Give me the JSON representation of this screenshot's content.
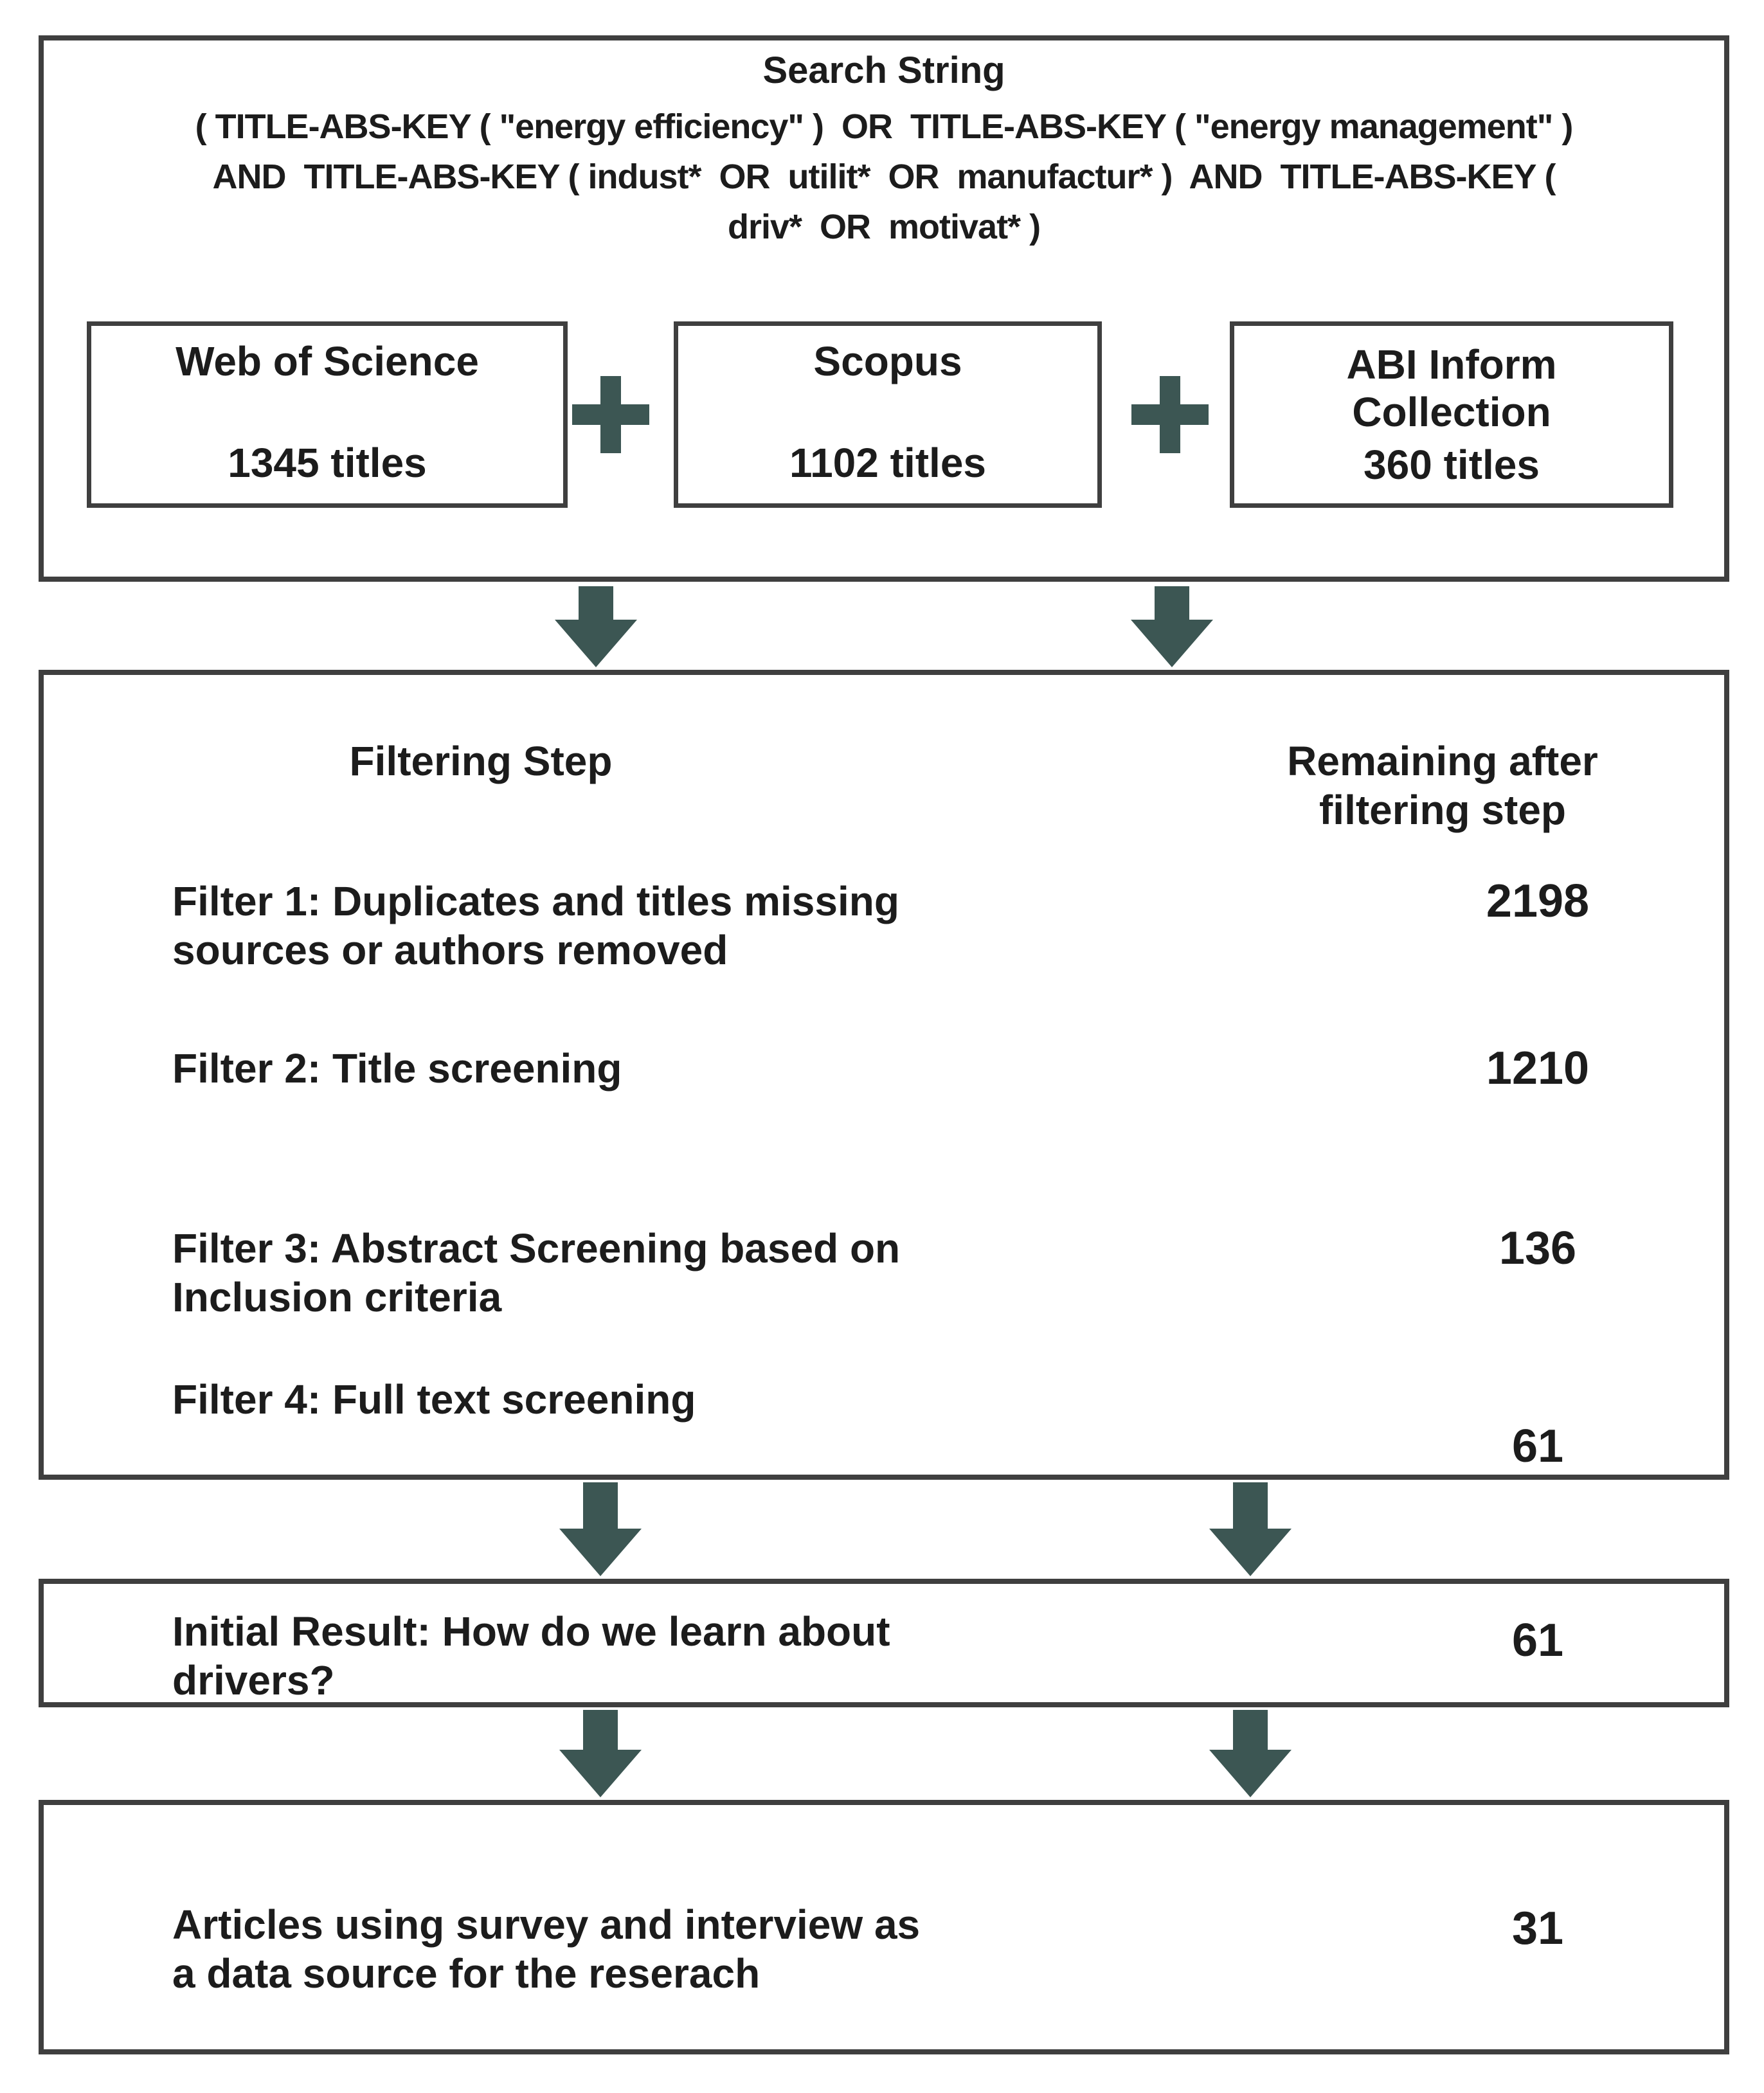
{
  "colors": {
    "accent": "#3C5653",
    "border": "#3F3F3F",
    "text": "#1C1C1C",
    "bg": "#FFFFFF"
  },
  "icons": {
    "plus": "+",
    "arrow_down": "▼"
  },
  "search_box": {
    "title": "Search String",
    "lines": [
      "( TITLE-ABS-KEY ( \"energy efficiency\" )  OR  TITLE-ABS-KEY ( \"energy management\" )",
      "AND  TITLE-ABS-KEY ( indust*  OR  utilit*  OR  manufactur* )  AND  TITLE-ABS-KEY (",
      "driv*  OR  motivat* )"
    ],
    "sources": [
      {
        "name": "Web of Science",
        "count": "1345 titles"
      },
      {
        "name": "Scopus",
        "count": "1102 titles"
      },
      {
        "name": "ABI Inform Collection",
        "count": "360 titles"
      }
    ]
  },
  "filtering_box": {
    "col1_header": "Filtering Step",
    "col2_header": "Remaining after\nfiltering step",
    "rows": [
      {
        "label": "Filter 1: Duplicates and titles missing\nsources or authors removed",
        "count": "2198"
      },
      {
        "label": "Filter 2: Title screening",
        "count": "1210"
      },
      {
        "label": "Filter 3: Abstract Screening based on\nInclusion criteria",
        "count": "136"
      },
      {
        "label": "Filter 4: Full text screening",
        "count": "61"
      }
    ]
  },
  "initial_result_box": {
    "label": "Initial Result: How do we learn about\ndrivers?",
    "count": "61"
  },
  "final_box": {
    "label": "Articles using survey and interview as\na data source for the reserach",
    "count": "31"
  }
}
